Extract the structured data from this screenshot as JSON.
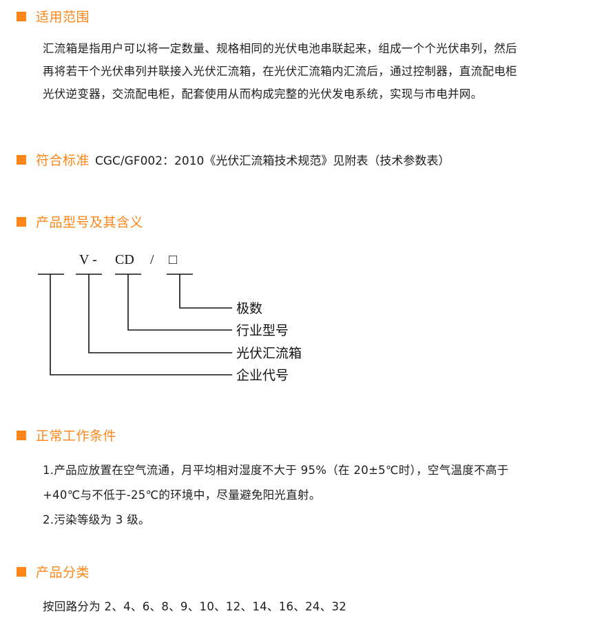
{
  "accent_color": "#ff8618",
  "sections": {
    "scope": {
      "title": "适用范围",
      "lines": [
        "汇流箱是指用户可以将一定数量、规格相同的光伏电池串联起来，组成一个个光伏串列，然后",
        "再将若干个光伏串列并联接入光伏汇流箱，在光伏汇流箱内汇流后，通过控制器，直流配电柜",
        "光伏逆变器，交流配电柜，配套使用从而构成完整的光伏发电系统，实现与市电并网。"
      ]
    },
    "standard": {
      "title": "符合标准",
      "text": "CGC/GF002：2010《光伏汇流箱技术规范》见附表（技术参数表）"
    },
    "model": {
      "title": "产品型号及其含义",
      "code_parts": [
        "V -",
        "CD",
        "/",
        "□"
      ],
      "labels": [
        "极数",
        "行业型号",
        "光伏汇流箱",
        "企业代号"
      ]
    },
    "conditions": {
      "title": "正常工作条件",
      "lines": [
        "1.产品应放置在空气流通，月平均相对湿度不大于 95%（在 20±5℃时），空气温度不高于",
        "+40℃与不低于-25℃的环境中，尽量避免阳光直射。",
        "2.污染等级为 3 级。"
      ]
    },
    "classification": {
      "title": "产品分类",
      "text": "按回路分为 2、4、6、8、9、10、12、14、16、24、32"
    }
  }
}
